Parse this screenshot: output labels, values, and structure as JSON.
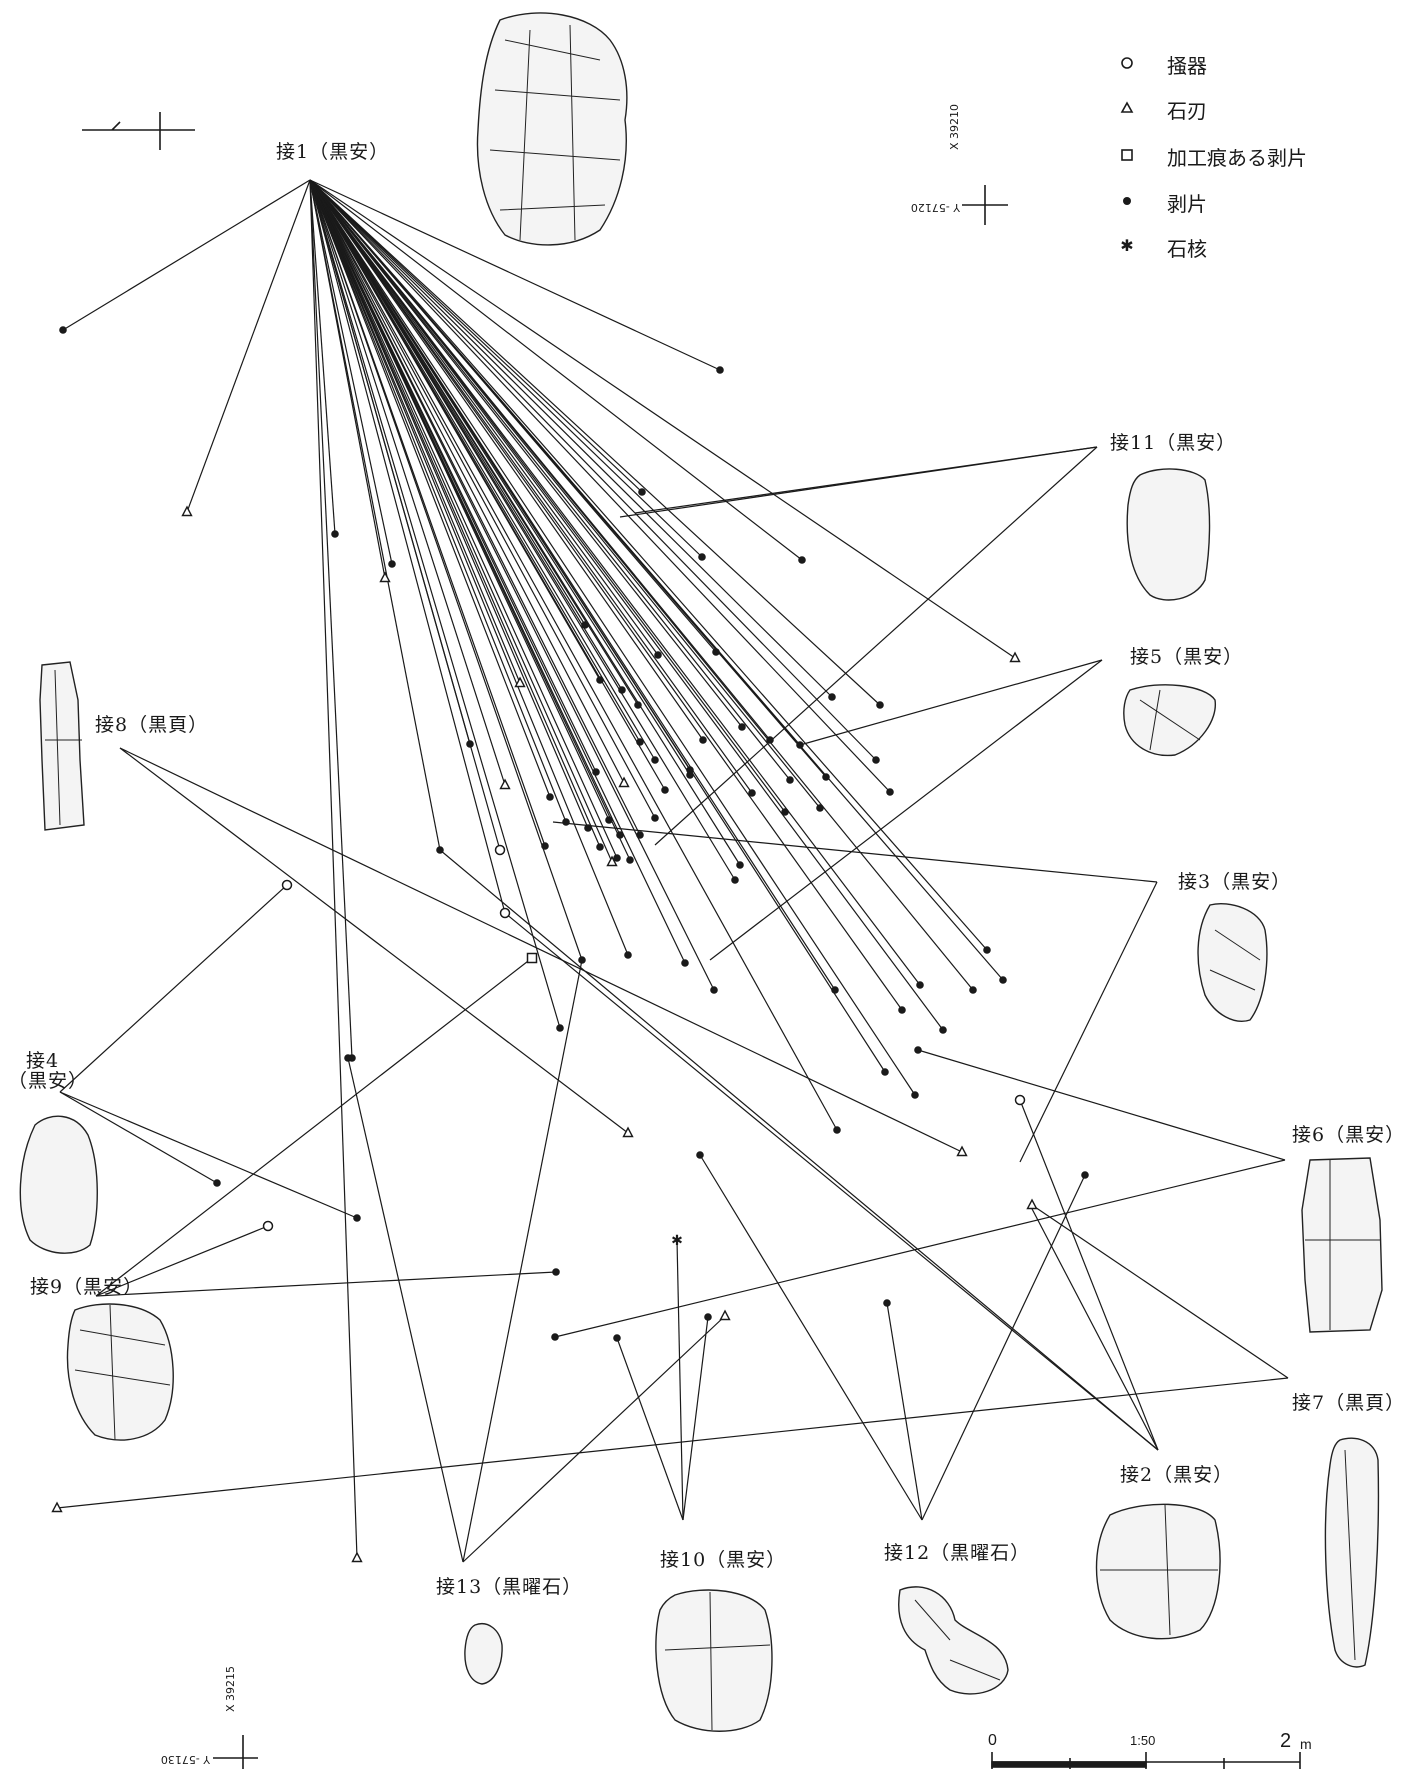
{
  "legend": [
    {
      "symbol": "open-circle",
      "label": "掻器"
    },
    {
      "symbol": "open-triangle",
      "label": "石刃"
    },
    {
      "symbol": "open-square",
      "label": "加工痕ある剥片"
    },
    {
      "symbol": "filled-dot",
      "label": "剥片"
    },
    {
      "symbol": "star",
      "label": "石核"
    }
  ],
  "refits": {
    "r1": "接1（黒安）",
    "r2": "接2（黒安）",
    "r3": "接3（黒安）",
    "r4a": "接4",
    "r4b": "（黒安）",
    "r5": "接5（黒安）",
    "r6": "接6（黒安）",
    "r7": "接7（黒頁）",
    "r8": "接8（黒頁）",
    "r9": "接9（黒安）",
    "r10": "接10（黒安）",
    "r11": "接11（黒安）",
    "r12": "接12（黒曜石）",
    "r13": "接13（黒曜石）"
  },
  "coords": {
    "top_x": "X 39210",
    "top_y": "Y -57120",
    "bottom_x": "X 39215",
    "bottom_y": "Y -57130"
  },
  "scale": {
    "zero": "0",
    "ratio": "1:50",
    "max": "2",
    "unit": "m"
  },
  "colors": {
    "ink": "#1a1a1a",
    "paper": "#ffffff",
    "stone": "#f4f4f4"
  }
}
